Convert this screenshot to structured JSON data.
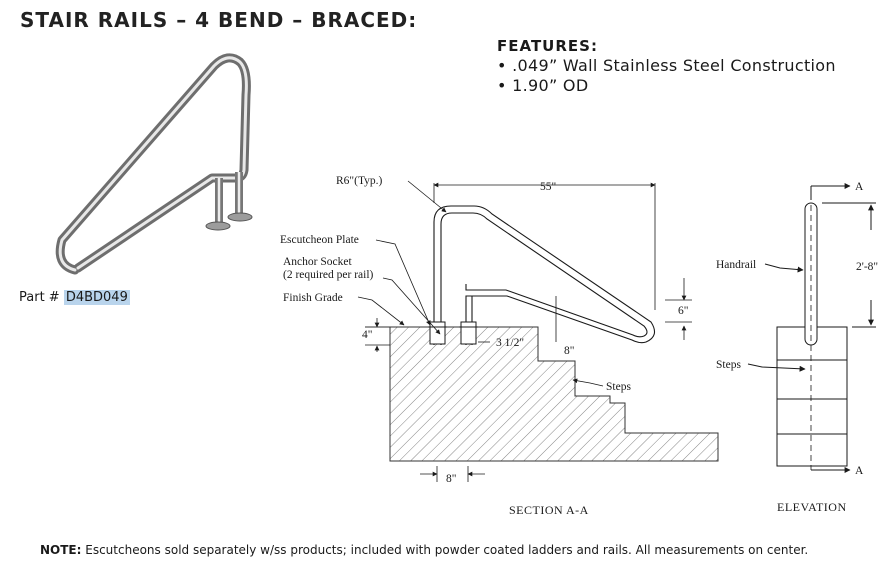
{
  "title": "STAIR RAILS – 4 BEND – BRACED:",
  "features": {
    "heading": "FEATURES:",
    "items": [
      "• .049” Wall Stainless Steel Construction",
      "• 1.90” OD"
    ]
  },
  "part": {
    "prefix": "Part # ",
    "number": "D4BD049"
  },
  "labels": {
    "radius": "R6\"(Typ.)",
    "escutcheon": "Escutcheon Plate",
    "anchor_1": "Anchor Socket",
    "anchor_2": "(2 required per rail)",
    "finish_grade": "Finish Grade",
    "steps_section": "Steps",
    "handrail": "Handrail",
    "steps_elevation": "Steps",
    "section_marker_top": "A",
    "section_marker_bottom": "A"
  },
  "dimensions": {
    "width": "55\"",
    "height_side": "6\"",
    "depth_4": "4\"",
    "spacing_3half": "3 1/2\"",
    "socket_8": "8\"",
    "bottom_8": "8\"",
    "elevation_height": "2'-8\""
  },
  "captions": {
    "section": "SECTION A-A",
    "elevation": "ELEVATION"
  },
  "note": {
    "label": "NOTE:",
    "text": " Escutcheons sold separately w/ss products; included with powder coated ladders and rails. All measurements on center."
  }
}
